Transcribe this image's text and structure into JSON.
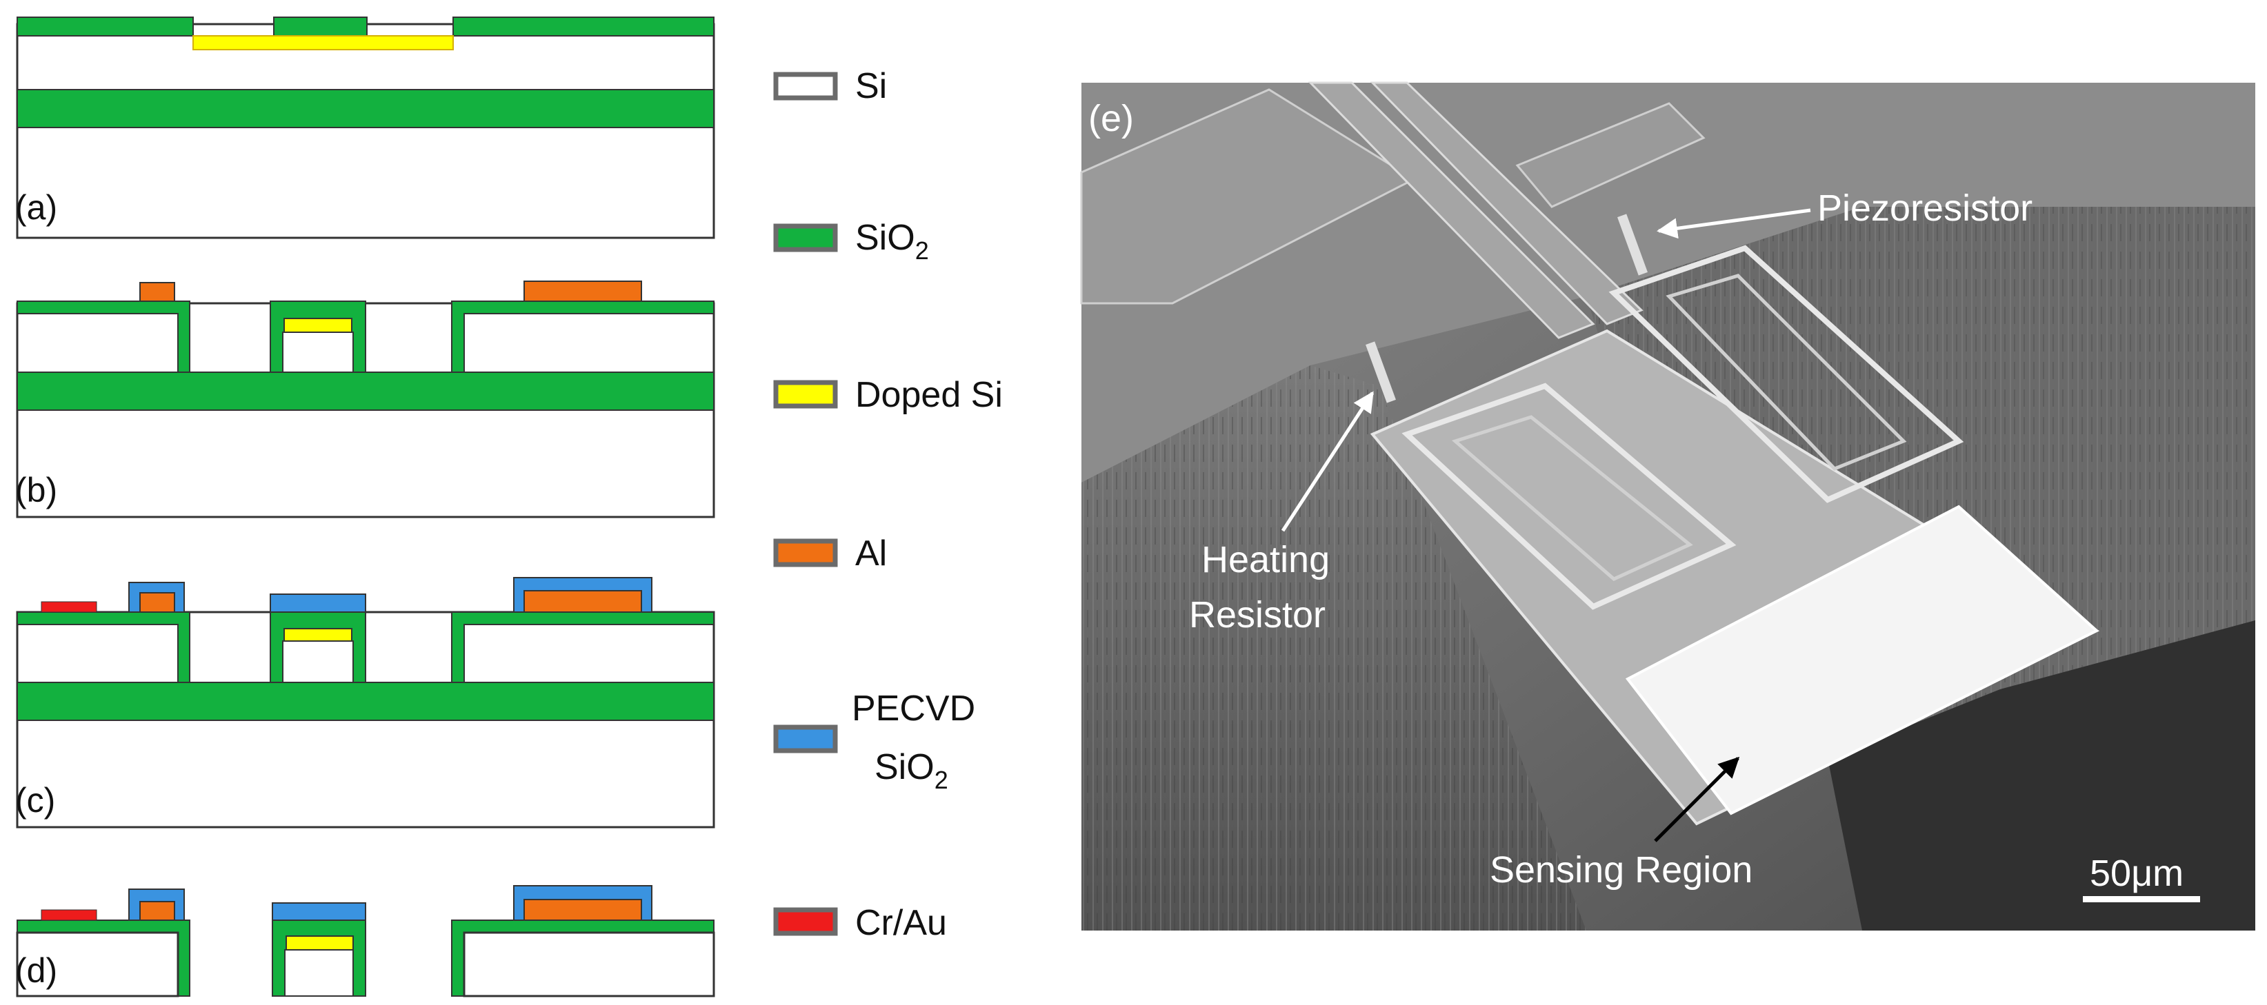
{
  "panels": {
    "a": "(a)",
    "b": "(b)",
    "c": "(c)",
    "d": "(d)",
    "e": "(e)"
  },
  "legend": {
    "si": "Si",
    "sio2_main": "SiO",
    "sio2_sub": "2",
    "doped_si": "Doped Si",
    "al": "Al",
    "pecvd_line1": "PECVD",
    "pecvd_line2_main": "SiO",
    "pecvd_line2_sub": "2",
    "crau": "Cr/Au"
  },
  "sem": {
    "piezoresistor": "Piezoresistor",
    "heating_line1": "Heating",
    "heating_line2": "Resistor",
    "sensing_region": "Sensing Region",
    "scale_bar": "50μm"
  },
  "colors": {
    "sio2": "#13b13f",
    "doped_si": "#ffff00",
    "al": "#f07013",
    "pecvd": "#3a93e0",
    "crau": "#ee1c1c",
    "si": "#ffffff",
    "legend_border": "#6b6b6b"
  }
}
